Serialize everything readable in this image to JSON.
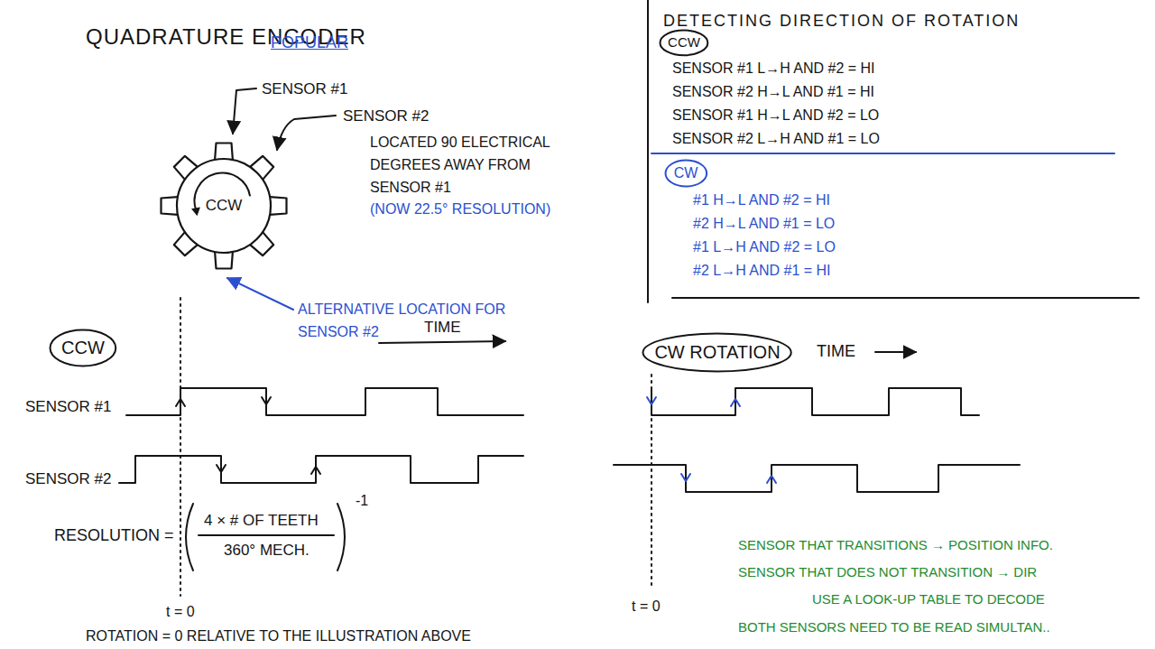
{
  "diagram": {
    "title": "QUADRATURE ENCODER",
    "nodes": [
      {
        "text": [
          "CCW"
        ]
      },
      {
        "text": [
          "CCW"
        ]
      },
      {
        "text": [
          "CCW"
        ]
      },
      {
        "text": [
          "CW"
        ]
      },
      {
        "text": [
          "CW ROTATION"
        ]
      }
    ],
    "labels": [
      "POPULAR",
      "SENSOR #1",
      "SENSOR #2",
      "LOCATED 90 ELECTRICAL DEGREES AWAY FROM SENSOR #1",
      "(NOW 22.5° RESOLUTION)",
      "ALTERNATIVE LOCATION FOR SENSOR #2",
      "TIME",
      "SENSOR #1",
      "SENSOR #2",
      "RESOLUTION =",
      "4 × # OF TEETH",
      "360° MECH.",
      "-1",
      "t = 0",
      "ROTATION = 0 RELATIVE TO THE ILLUSTRATION ABOVE",
      "DETECTING DIRECTION OF ROTATION",
      "SENSOR #1 L→H AND #2 = HI",
      "SENSOR #2 H→L AND #1 = HI",
      "SENSOR #1 H→L AND #2 = LO",
      "SENSOR #2 L→H AND #1 = LO",
      "#1 H→L AND #2 = HI",
      "#2 H→L AND #1 = LO",
      "#1 L→H AND #2 = LO",
      "#2 L→H AND #1 = HI",
      "TIME",
      "t = 0",
      "SENSOR THAT TRANSITIONS → POSITION INFO.",
      "SENSOR THAT DOES NOT TRANSITION → DIR",
      "USE A LOOK-UP TABLE TO DECODE",
      "BOTH SENSORS NEED TO BE READ SIMULTAN.."
    ]
  }
}
